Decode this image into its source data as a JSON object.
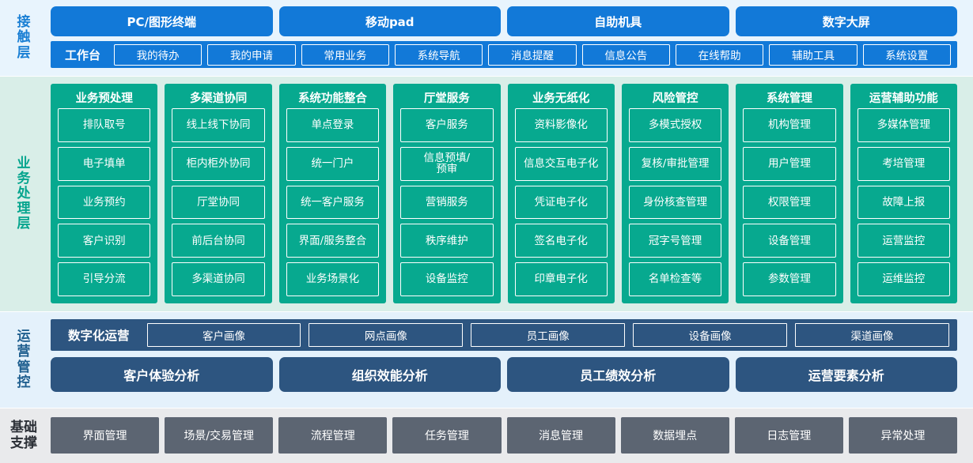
{
  "layers": [
    {
      "id": "contact",
      "label_chars": [
        "接",
        "触",
        "层"
      ],
      "label_text": "接触层",
      "channels": [
        "PC/图形终端",
        "移动pad",
        "自助机具",
        "数字大屏"
      ],
      "workbench_title": "工作台",
      "workbench_items": [
        "我的待办",
        "我的申请",
        "常用业务",
        "系统导航",
        "消息提醒",
        "信息公告",
        "在线帮助",
        "辅助工具",
        "系统设置"
      ],
      "accent": "#1279d8",
      "background": "#e8f4fd"
    },
    {
      "id": "business",
      "label_chars": [
        "业",
        "务",
        "处",
        "理",
        "层"
      ],
      "label_text": "业务处理层",
      "accent": "#07a98f",
      "background": "#d9eee8",
      "columns": [
        {
          "title": "业务预处理",
          "items": [
            "排队取号",
            "电子填单",
            "业务预约",
            "客户识别",
            "引导分流"
          ]
        },
        {
          "title": "多渠道协同",
          "items": [
            "线上线下协同",
            "柜内柜外协同",
            "厅堂协同",
            "前后台协同",
            "多渠道协同"
          ]
        },
        {
          "title": "系统功能整合",
          "items": [
            "单点登录",
            "统一门户",
            "统一客户服务",
            "界面/服务整合",
            "业务场景化"
          ]
        },
        {
          "title": "厅堂服务",
          "items": [
            "客户服务",
            "信息预填/\n预审",
            "营销服务",
            "秩序维护",
            "设备监控"
          ]
        },
        {
          "title": "业务无纸化",
          "items": [
            "资料影像化",
            "信息交互电子化",
            "凭证电子化",
            "签名电子化",
            "印章电子化"
          ]
        },
        {
          "title": "风险管控",
          "items": [
            "多模式授权",
            "复核/审批管理",
            "身份核查管理",
            "冠字号管理",
            "名单检查等"
          ]
        },
        {
          "title": "系统管理",
          "items": [
            "机构管理",
            "用户管理",
            "权限管理",
            "设备管理",
            "参数管理"
          ]
        },
        {
          "title": "运营辅助功能",
          "items": [
            "多媒体管理",
            "考培管理",
            "故障上报",
            "运营监控",
            "运维监控"
          ]
        }
      ]
    },
    {
      "id": "ops",
      "label_chars": [
        "运",
        "营",
        "管",
        "控"
      ],
      "label_text": "运营管控",
      "accent": "#2d5580",
      "background": "#e4f1fb",
      "digital_ops_title": "数字化运营",
      "portraits": [
        "客户画像",
        "网点画像",
        "员工画像",
        "设备画像",
        "渠道画像"
      ],
      "analyses": [
        "客户体验分析",
        "组织效能分析",
        "员工绩效分析",
        "运营要素分析"
      ]
    },
    {
      "id": "base",
      "label_chars": [
        "基础",
        "支撑"
      ],
      "label_text": "基础支撑",
      "accent": "#5c6572",
      "background": "#e9eaec",
      "items": [
        "界面管理",
        "场景/交易管理",
        "流程管理",
        "任务管理",
        "消息管理",
        "数据埋点",
        "日志管理",
        "异常处理"
      ]
    }
  ]
}
